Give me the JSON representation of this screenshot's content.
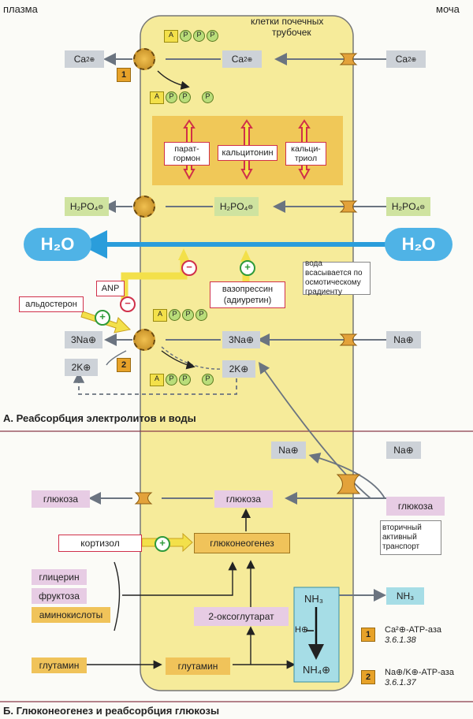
{
  "labels": {
    "plasma": "плазма",
    "urine": "моча",
    "cells_line1": "клетки почечных",
    "cells_line2": "трубочек"
  },
  "section_a": {
    "title": "А. Реабсорбция электролитов и воды",
    "ca_left": "Ca",
    "ca_mid": "Ca",
    "ca_right": "Ca",
    "ca_charge": "2⊕",
    "hormones": [
      "парат-гормон",
      "кальцитонин",
      "кальци-триол"
    ],
    "phos_left": "H₂PO₄",
    "phos_mid": "H₂PO₄",
    "phos_right": "H₂PO₄",
    "phos_charge": "⊖",
    "water_left": "H₂O",
    "water_right": "H₂O",
    "water_note": "вода всасывается по осмотическому градиенту",
    "anp": "ANP",
    "aldosterone": "альдостерон",
    "vasopressin": "вазопрессин (адиуретин)",
    "na_left": "3Na⊕",
    "na_mid": "3Na⊕",
    "na_right": "Na⊕",
    "k_left": "2K⊕",
    "k_mid": "2K⊕",
    "atp": [
      "A",
      "P",
      "P",
      "P"
    ],
    "adp": [
      "A",
      "P",
      "P",
      "P"
    ],
    "pump1": "1",
    "pump2": "2"
  },
  "section_b": {
    "title": "Б. Глюконеогенез и реабсорбция глюкозы",
    "na_mid": "Na⊕",
    "na_right": "Na⊕",
    "glucose_left": "глюкоза",
    "glucose_mid": "глюкоза",
    "glucose_right": "глюкоза",
    "transport_note": "вторичный активный транспорт",
    "cortisol": "кортизол",
    "gluconeogenesis": "глюконеогенез",
    "glycerol": "глицерин",
    "fructose": "фруктоза",
    "amino_acids": "аминокислоты",
    "oxoglutarate": "2-оксоглутарат",
    "glutamine_left": "глутамин",
    "glutamine_mid": "глутамин",
    "nh3": "NH₃",
    "nh3_out": "NH₃",
    "h": "H⊕",
    "nh4": "NH₄⊕"
  },
  "legend": [
    {
      "num": "1",
      "name": "Ca²⊕-ATP-аза",
      "ec": "3.6.1.38"
    },
    {
      "num": "2",
      "name": "Na⊕/K⊕-ATP-аза",
      "ec": "3.6.1.37"
    }
  ],
  "colors": {
    "cell_fill": "#f6eb9a",
    "hormone_band": "#f0c858",
    "water_arrow": "#2a9ddb",
    "nh_box": "#a6dde6",
    "arrow_gray": "#6b7480",
    "red": "#d0304a",
    "yellow_arrow": "#f3e04a"
  }
}
